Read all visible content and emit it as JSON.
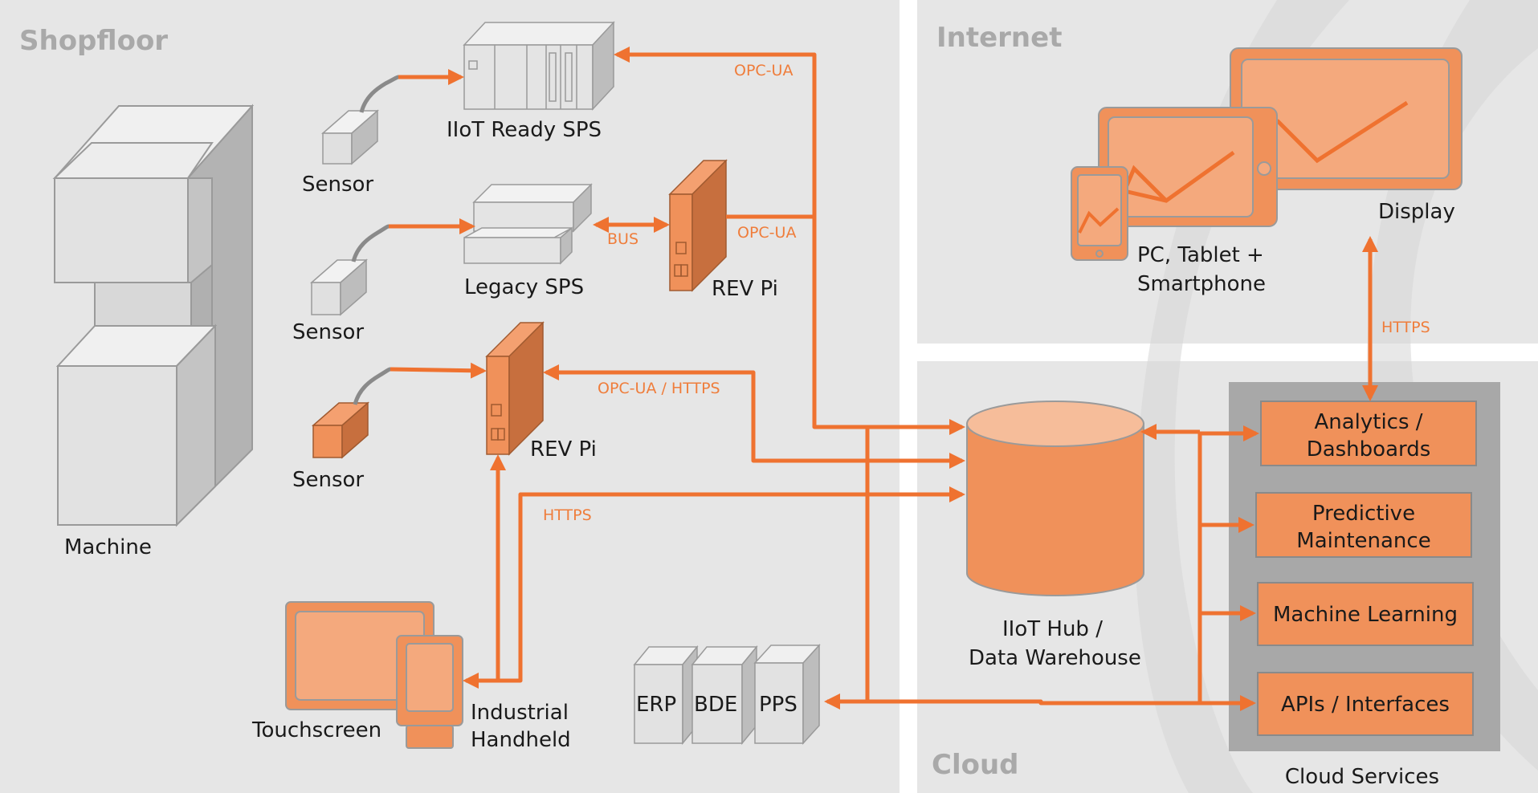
{
  "zones": {
    "shopfloor": "Shopfloor",
    "internet": "Internet",
    "cloud": "Cloud"
  },
  "devices": {
    "machine": "Machine",
    "sensor_1": "Sensor",
    "sensor_2": "Sensor",
    "sensor_3": "Sensor",
    "iiot_ready_sps": "IIoT Ready SPS",
    "legacy_sps": "Legacy SPS",
    "rev_pi_1": "REV Pi",
    "rev_pi_2": "REV Pi",
    "touchscreen": "Touchscreen",
    "handheld_line1": "Industrial",
    "handheld_line2": "Handheld",
    "erp": "ERP",
    "bde": "BDE",
    "pps": "PPS",
    "hub_line1": "IIoT Hub /",
    "hub_line2": "Data Warehouse",
    "display": "Display",
    "pc_line1": "PC, Tablet +",
    "pc_line2": "Smartphone"
  },
  "protocols": {
    "opcua_top": "OPC-UA",
    "bus": "BUS",
    "opcua_revpi": "OPC-UA",
    "opcua_https": "OPC-UA / HTTPS",
    "https_handheld": "HTTPS",
    "https_display": "HTTPS"
  },
  "cloud_services": {
    "title": "Cloud Services",
    "analytics_line1": "Analytics /",
    "analytics_line2": "Dashboards",
    "predictive_line1": "Predictive",
    "predictive_line2": "Maintenance",
    "ml": "Machine Learning",
    "apis": "APIs / Interfaces"
  },
  "colors": {
    "accent": "#ef7230",
    "device_orange": "#f0915a",
    "panel_gray": "#e6e6e6",
    "services_gray": "#a8a8a8"
  }
}
